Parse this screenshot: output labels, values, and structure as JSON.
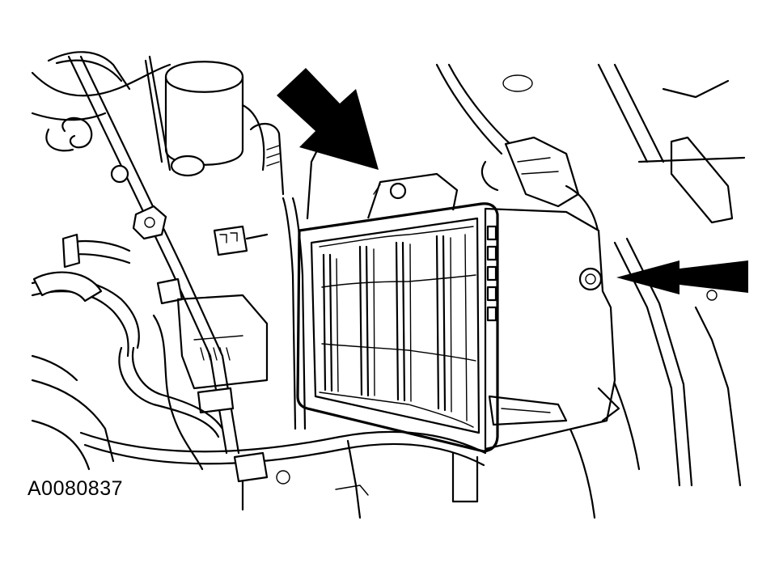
{
  "figure": {
    "id": "A0080837",
    "ink_color": "#000000",
    "background_color": "#ffffff",
    "callout_arrows": [
      "arrow-top-left",
      "arrow-right"
    ]
  }
}
